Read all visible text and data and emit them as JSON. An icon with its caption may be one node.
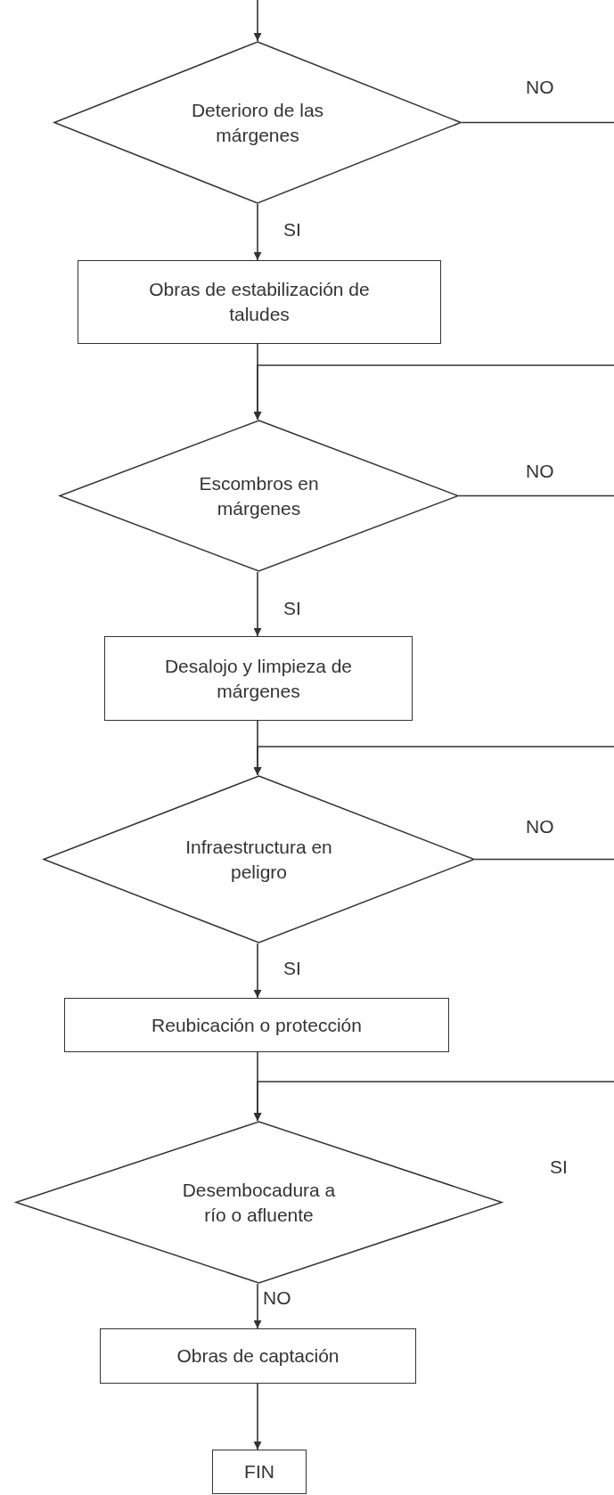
{
  "diagram": {
    "nodes": [
      {
        "text": [
          "Deterioro de las márgenes"
        ]
      },
      {
        "text": [
          "Obras de estabilización de taludes"
        ]
      },
      {
        "text": [
          "Escombros en márgenes"
        ]
      },
      {
        "text": [
          "Desalojo y limpieza de márgenes"
        ]
      },
      {
        "text": [
          "Infraestructura en peligro"
        ]
      },
      {
        "text": [
          "Reubicación o protección"
        ]
      },
      {
        "text": [
          "Desembocadura a río o afluente"
        ]
      },
      {
        "text": [
          "Obras de captación"
        ]
      },
      {
        "text": [
          "FIN"
        ]
      }
    ],
    "edges": [
      {
        "from": null,
        "to": 0,
        "arrow": "to"
      },
      {
        "from": 0,
        "to": null,
        "arrow": "none",
        "label": "NO"
      },
      {
        "from": 0,
        "to": 1,
        "arrow": "to",
        "label": "SI"
      },
      {
        "from": 1,
        "to": 2,
        "arrow": "to"
      },
      {
        "from": null,
        "to": 2,
        "arrow": "to"
      },
      {
        "from": 2,
        "to": null,
        "arrow": "none",
        "label": "NO"
      },
      {
        "from": 2,
        "to": 3,
        "arrow": "to",
        "label": "SI"
      },
      {
        "from": 3,
        "to": 4,
        "arrow": "to"
      },
      {
        "from": null,
        "to": 4,
        "arrow": "to"
      },
      {
        "from": 4,
        "to": null,
        "arrow": "none",
        "label": "NO"
      },
      {
        "from": 4,
        "to": 5,
        "arrow": "to",
        "label": "SI"
      },
      {
        "from": 5,
        "to": 6,
        "arrow": "to"
      },
      {
        "from": null,
        "to": 6,
        "arrow": "to"
      },
      {
        "from": 6,
        "to": 7,
        "arrow": "to",
        "label": "NO"
      },
      {
        "from": 7,
        "to": 8,
        "arrow": "to"
      }
    ],
    "labels": [
      "SI"
    ]
  }
}
